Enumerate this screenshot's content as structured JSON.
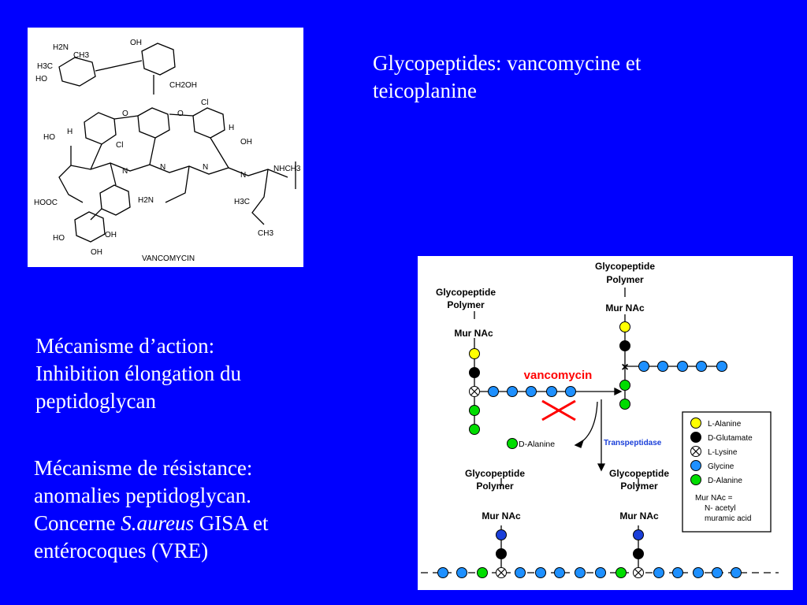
{
  "title": {
    "line1": "Glycopeptides: vancomycine et",
    "line2": "teicoplanine"
  },
  "mechanism": {
    "line1": "Mécanisme d’action:",
    "line2": "Inhibition élongation du",
    "line3": "peptidoglycan"
  },
  "resistance": {
    "line1": "Mécanisme de résistance:",
    "line2": "anomalies peptidoglycan.",
    "line3_prefix": "Concerne ",
    "line3_italic": "S.aureus",
    "line3_suffix": " GISA et",
    "line4": "entérocoques (VRE)"
  },
  "molecule": {
    "caption": "VANCOMYCIN",
    "labels": {
      "h2n": "H2N",
      "ch3": "CH3",
      "h3c": "H3C",
      "ho": "HO",
      "oh": "OH",
      "o": "O",
      "ch2oh": "CH2OH",
      "cl": "Cl",
      "h": "H",
      "n": "N",
      "nhch3": "NHCH3",
      "hooc": "HOOC",
      "h2n2": "H2N"
    }
  },
  "diagram": {
    "polymer_line1": "Glycopeptide",
    "polymer_line2": "Polymer",
    "mur_nac": "Mur NAc",
    "vancomycin": "vancomycin",
    "transpeptidase": "Transpeptidase",
    "released": "D-Alanine",
    "cross_mark": "×",
    "legend": [
      {
        "label": "L-Alanine",
        "color": "#ffff00",
        "symbol": "circle"
      },
      {
        "label": "D-Glutamate",
        "color": "#000000",
        "symbol": "circle"
      },
      {
        "label": "L-Lysine",
        "color": "#ffffff",
        "symbol": "cross"
      },
      {
        "label": "Glycine",
        "color": "#1e90ff",
        "symbol": "circle"
      },
      {
        "label": "D-Alanine",
        "color": "#00dd00",
        "symbol": "circle"
      }
    ],
    "legend_note_line1": "Mur NAc =",
    "legend_note_line2": "N- acetyl",
    "legend_note_line3": "muramic acid",
    "colors": {
      "l_alanine": "#ffff00",
      "d_glutamate": "#000000",
      "glycine": "#1e90ff",
      "d_alanine": "#00dd00",
      "mod_residue": "#1a3fd9",
      "vancomycin_text": "#ff0000",
      "transpeptidase_text": "#1a3fd9"
    }
  }
}
